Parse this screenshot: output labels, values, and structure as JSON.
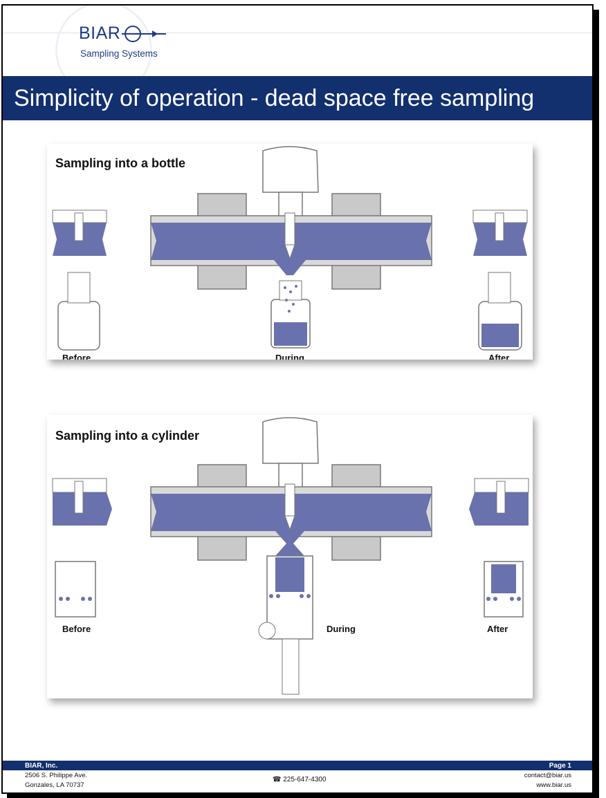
{
  "header": {
    "logo_text": "BIAR",
    "logo_sub": "Sampling Systems",
    "title": "Simplicity of operation - dead space free sampling"
  },
  "panels": [
    {
      "title": "Sampling into a bottle",
      "labels": [
        "Before",
        "During",
        "After"
      ]
    },
    {
      "title": "Sampling into a cylinder",
      "labels": [
        "Before",
        "During",
        "After"
      ]
    }
  ],
  "footer": {
    "company": "BIAR, Inc.",
    "address_line1": "2506 S. Philippe Ave.",
    "address_line2": "Gonzales, LA 70737",
    "phone": "225-647-4300",
    "page": "Page 1",
    "email": "contact@biar.us",
    "website": "www.biar.us"
  },
  "colors": {
    "brand_blue": "#13306e",
    "fluid": "#6a72ad",
    "steel": "#9a9a9a"
  }
}
